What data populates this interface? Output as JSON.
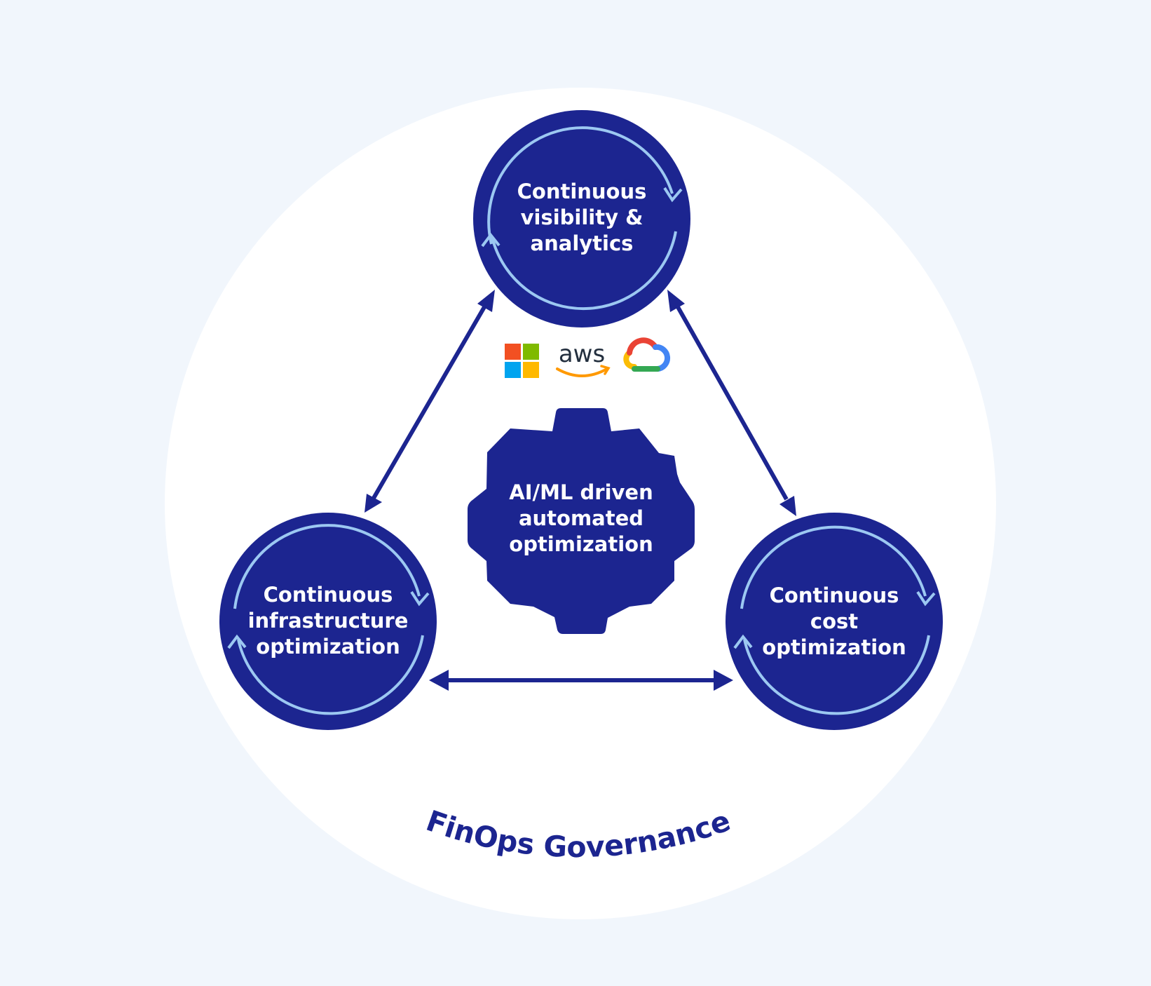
{
  "colors": {
    "background": "#f1f6fc",
    "outer_circle": "#ffffff",
    "node_fill": "#1c2590",
    "node_cycle_arrow": "#9cc8f2",
    "connector": "#1c2590",
    "text_on_node": "#ffffff",
    "governance_text": "#1c2590"
  },
  "nodes": {
    "visibility": {
      "lines": [
        "Continuous",
        "visibility &",
        "analytics"
      ]
    },
    "infrastructure": {
      "lines": [
        "Continuous",
        "infrastructure",
        "optimization"
      ]
    },
    "cost": {
      "lines": [
        "Continuous",
        "cost",
        "optimization"
      ]
    }
  },
  "center": {
    "lines": [
      "AI/ML driven",
      "automated",
      "optimization"
    ],
    "icon": "gear-icon"
  },
  "providers": [
    {
      "name": "microsoft",
      "icon": "microsoft-logo-icon"
    },
    {
      "name": "aws",
      "icon": "aws-logo-icon",
      "wordmark": "aws"
    },
    {
      "name": "google-cloud",
      "icon": "google-cloud-logo-icon"
    }
  ],
  "governance": {
    "label": "FinOps Governance"
  }
}
